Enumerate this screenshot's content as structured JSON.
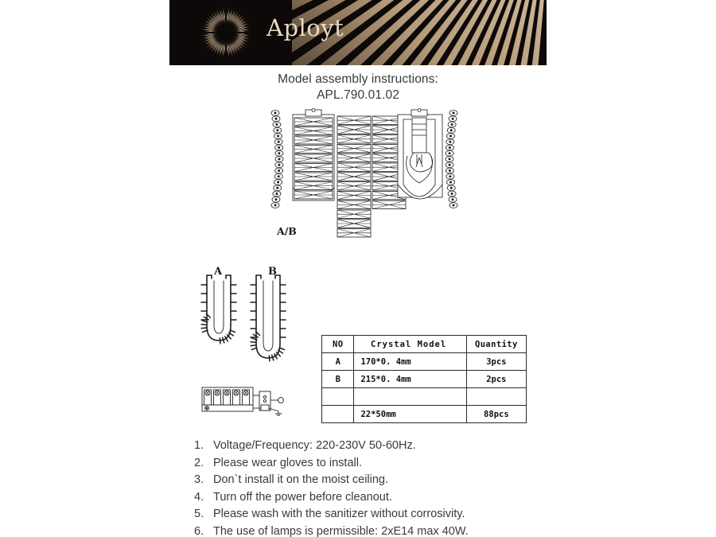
{
  "banner": {
    "brand_name": "Aployt",
    "logo_icon": "eclipse-sunburst-icon",
    "rays_icon": "sunburst-rays-icon",
    "background_color": "#0d0908",
    "accent_color": "#e9d9c3"
  },
  "title": {
    "line1": "Model assembly instructions:",
    "line2": "APL.790.01.02"
  },
  "diagrams": {
    "main": {
      "icon": "crystal-sconce-assembly-diagram",
      "label": "A/B"
    },
    "parts": {
      "icon": "crystal-strand-parts-diagram",
      "label_a": "A",
      "label_b": "B"
    },
    "wiring": {
      "icon": "terminal-block-wiring-diagram"
    }
  },
  "table": {
    "headers": [
      "NO",
      "Crystal  Model",
      "Quantity"
    ],
    "rows": [
      {
        "no": "A",
        "model": "170*0. 4mm",
        "qty": "3pcs"
      },
      {
        "no": "B",
        "model": "215*0. 4mm",
        "qty": "2pcs"
      },
      {
        "no": "",
        "model": "",
        "qty": ""
      },
      {
        "no": "",
        "model": "22*50mm",
        "qty": "88pcs"
      }
    ]
  },
  "instructions": [
    {
      "num": "1.",
      "text": "Voltage/Frequency: 220-230V 50-60Hz."
    },
    {
      "num": "2.",
      "text": "Please wear gloves to install."
    },
    {
      "num": "3.",
      "text": "Don`t install it on the moist ceiling."
    },
    {
      "num": "4.",
      "text": "Turn off the power before cleanout."
    },
    {
      "num": "5.",
      "text": "Please wash with the sanitizer without corrosivity."
    },
    {
      "num": "6.",
      "text": "The use of lamps is permissible: 2xE14 max 40W."
    }
  ]
}
